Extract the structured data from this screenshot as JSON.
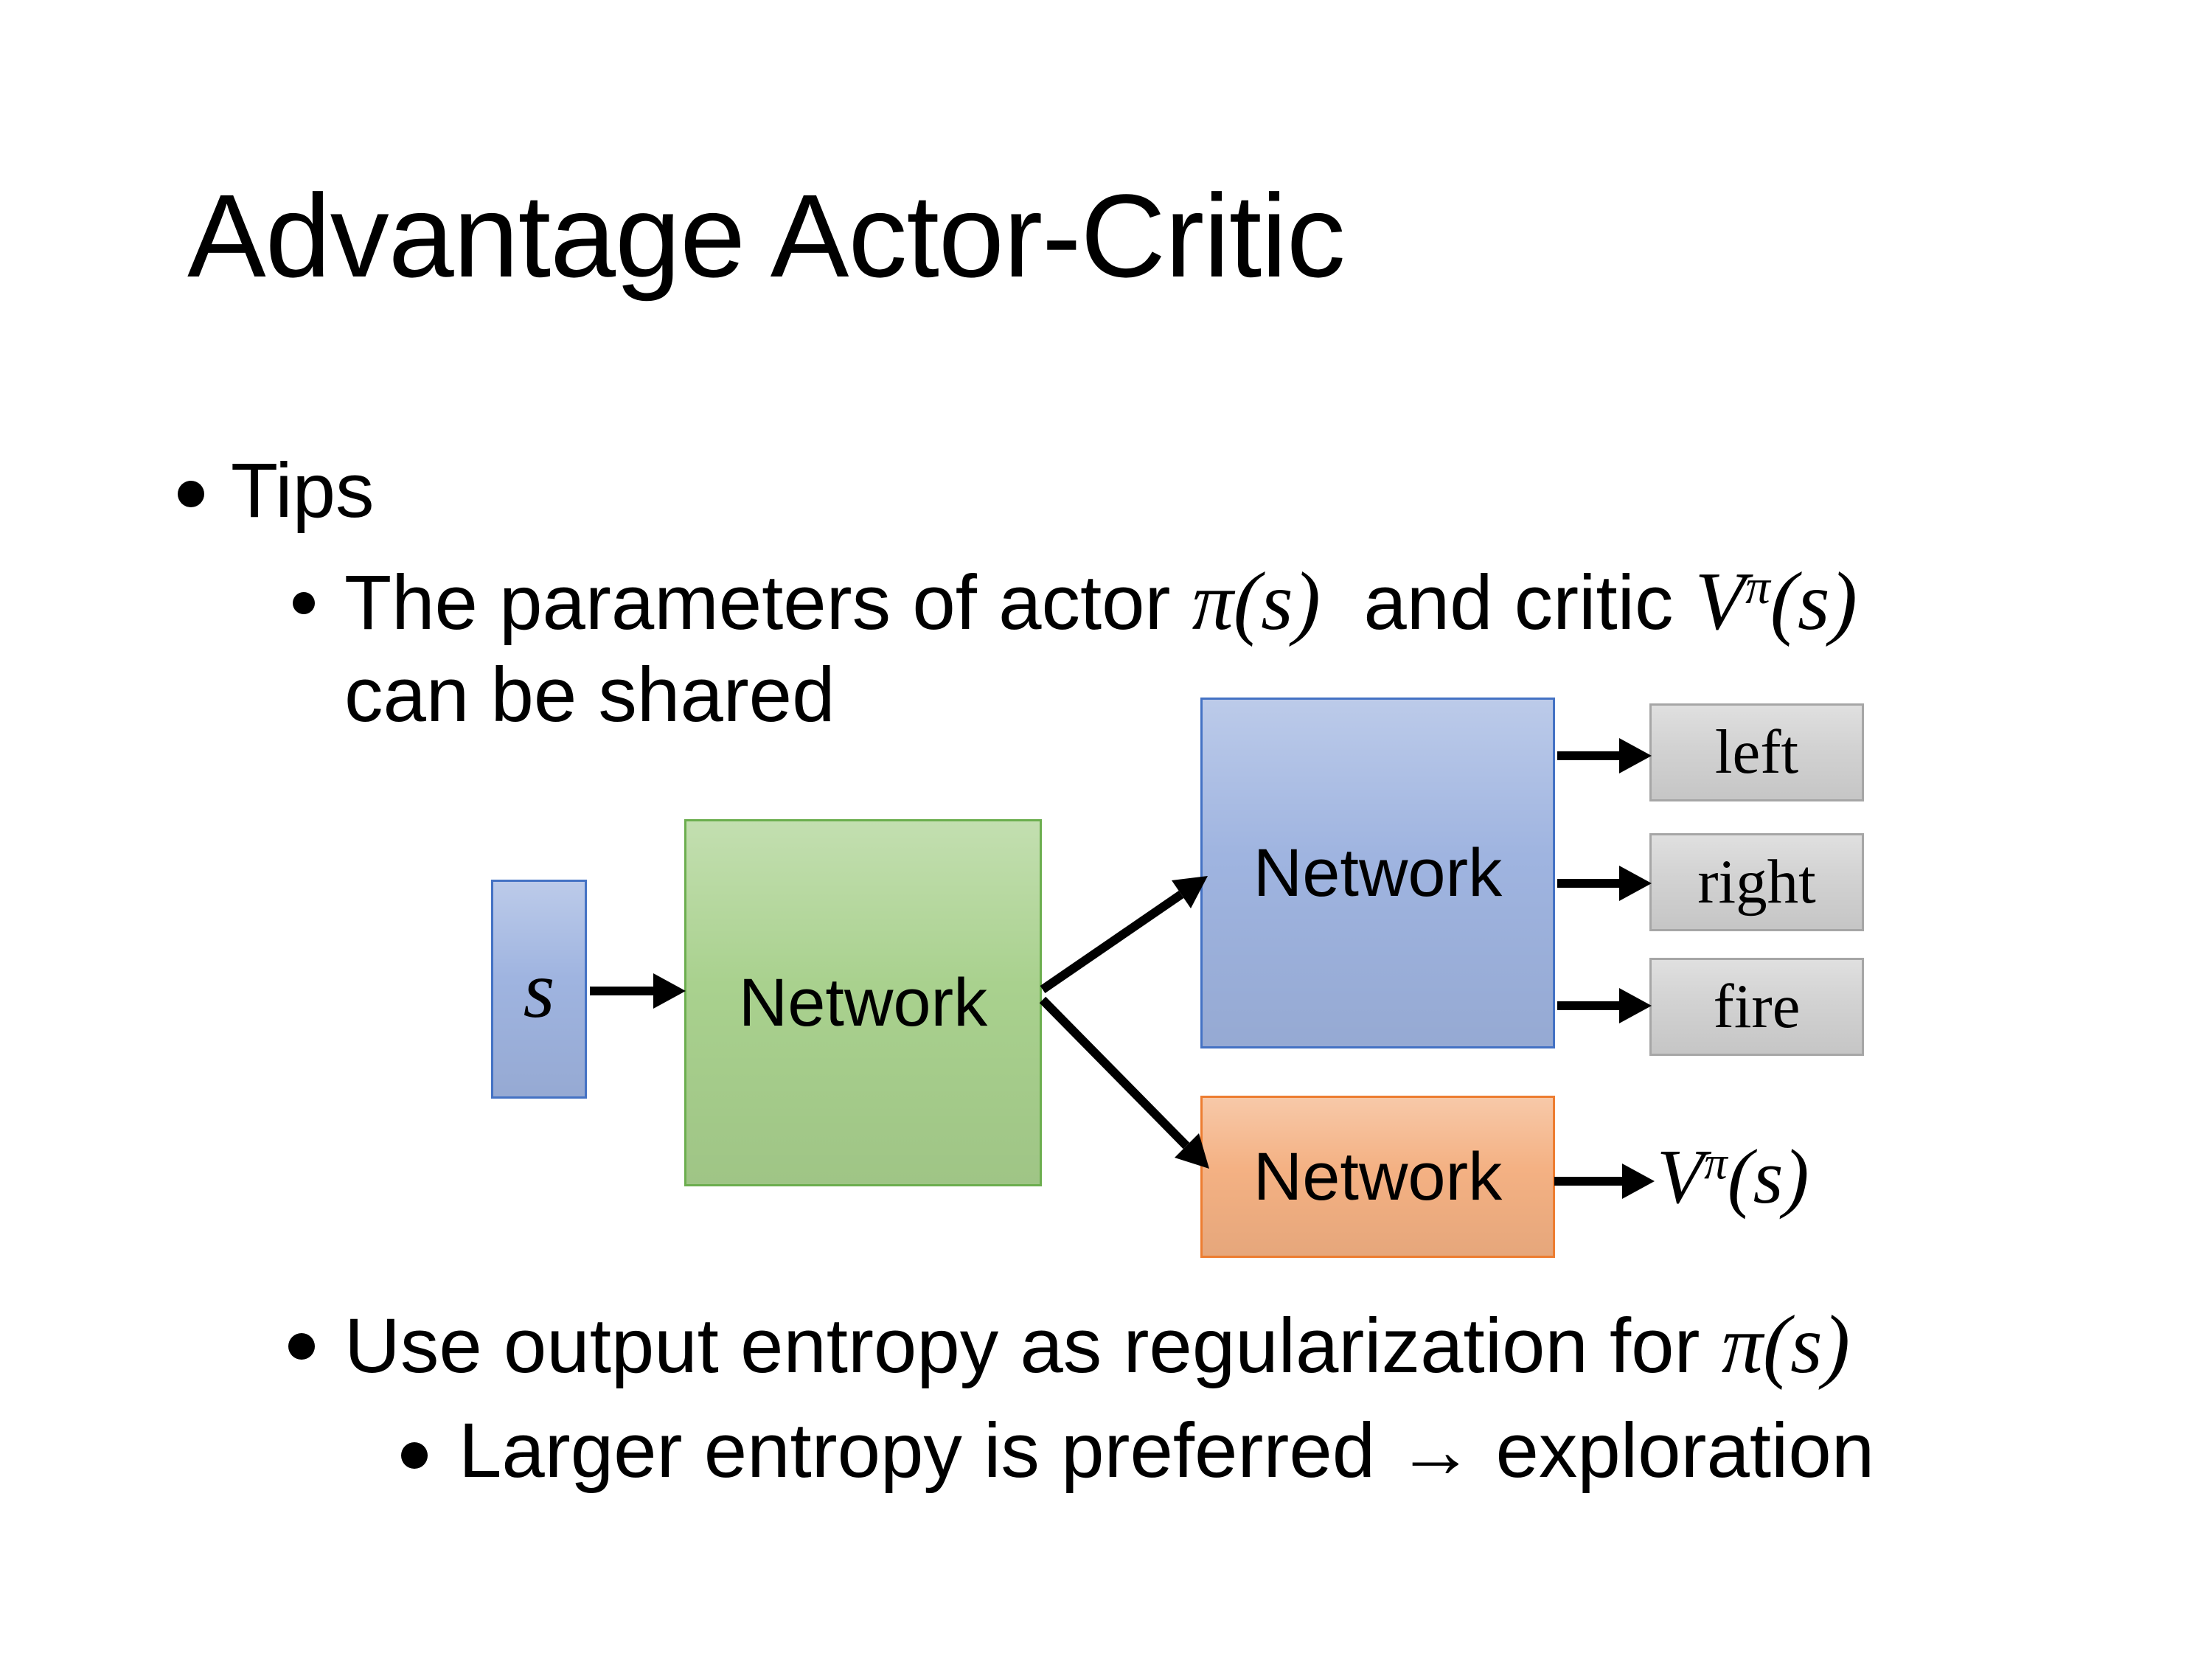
{
  "slide": {
    "title": "Advantage Actor-Critic",
    "bullets": {
      "tips": "Tips",
      "param_pre": "The parameters of actor ",
      "param_actor_math": "π(s)",
      "param_mid": "  and critic ",
      "param_critic_v": "V",
      "param_critic_sup": "π",
      "param_critic_args": "(s)",
      "param_line2": "can be shared",
      "entropy_pre": "Use output entropy as regularization for ",
      "entropy_math": "π(s)",
      "entropy_sub": "Larger entropy is preferred → exploration"
    }
  },
  "diagram": {
    "state_label": "s",
    "shared_network_label": "Network",
    "actor_network_label": "Network",
    "critic_network_label": "Network",
    "actions": [
      "left",
      "right",
      "fire"
    ],
    "value_output": {
      "v": "V",
      "sup": "π",
      "args": "(s)"
    }
  },
  "colors": {
    "background": "#ffffff",
    "text_color": "#000000",
    "accent_blue_fill": "#9fb4e0",
    "accent_blue_border": "#4472c4",
    "green_fill": "#a9d18e",
    "green_border": "#6cae4f",
    "orange_fill": "#f4b183",
    "orange_border": "#ed7d31",
    "gray_fill": "#d2d2d2",
    "gray_border": "#a6a6a6",
    "arrow_color": "#000000"
  }
}
